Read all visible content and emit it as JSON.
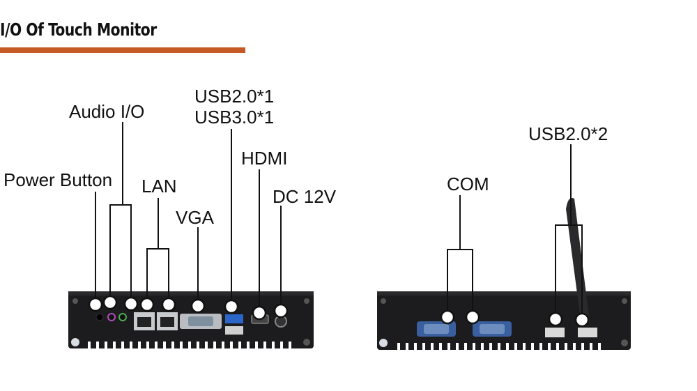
{
  "header": {
    "title": "I/O Of Touch Monitor"
  },
  "labels": {
    "power_button": "Power Button",
    "audio_io": "Audio I/O",
    "lan": "LAN",
    "vga": "VGA",
    "usb_line1": "USB2.0*1",
    "usb_line2": "USB3.0*1",
    "hdmi": "HDMI",
    "dc": "DC 12V",
    "com": "COM",
    "usb2x2": "USB2.0*2"
  },
  "colors": {
    "accent": "#c65a24",
    "device_body": "#1c1c1e",
    "callout_line": "#111111"
  }
}
